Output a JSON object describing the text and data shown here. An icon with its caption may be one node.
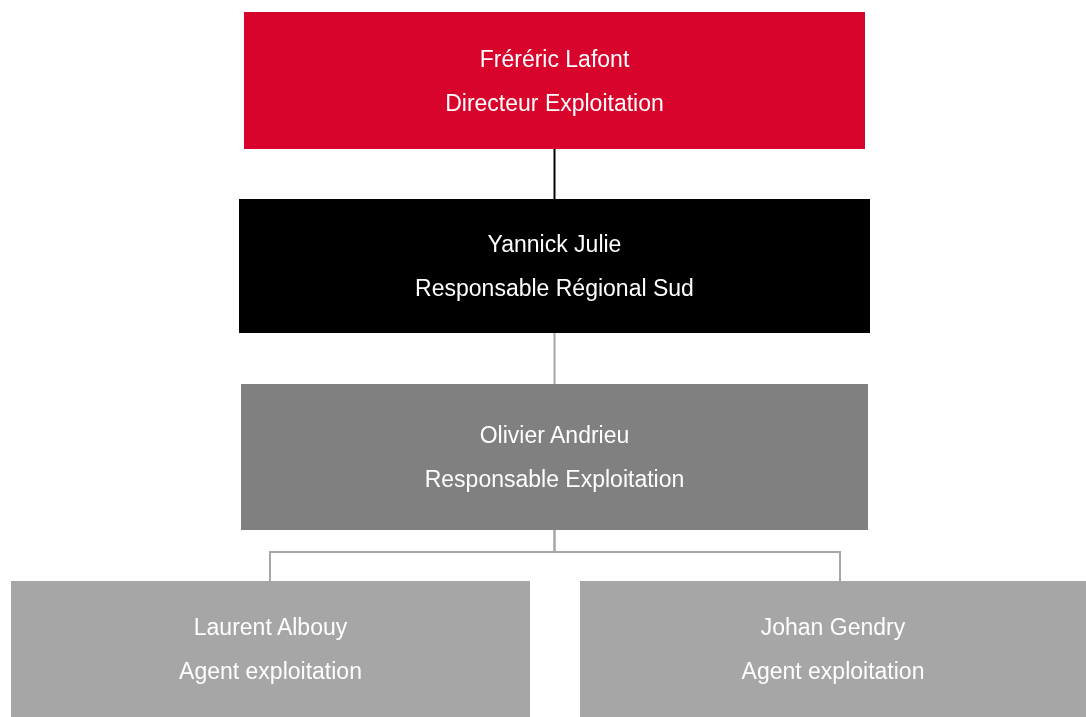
{
  "diagram": {
    "nodes": [
      {
        "text": [
          "Fréréric Lafont",
          "Directeur Exploitation"
        ]
      },
      {
        "text": [
          "Yannick Julie",
          "Responsable Régional Sud"
        ]
      },
      {
        "text": [
          "Olivier Andrieu",
          "Responsable Exploitation"
        ]
      },
      {
        "text": [
          "Laurent Albouy",
          "Agent exploitation"
        ]
      },
      {
        "text": [
          "Johan Gendry",
          "Agent exploitation"
        ]
      }
    ],
    "edges": [
      {
        "from": 0,
        "to": 1,
        "arrow": "none",
        "color": "#000000"
      },
      {
        "from": 1,
        "to": 2,
        "arrow": "none"
      },
      {
        "from": 2,
        "to": 3,
        "arrow": "none"
      },
      {
        "from": 2,
        "to": 4,
        "arrow": "none"
      }
    ]
  }
}
